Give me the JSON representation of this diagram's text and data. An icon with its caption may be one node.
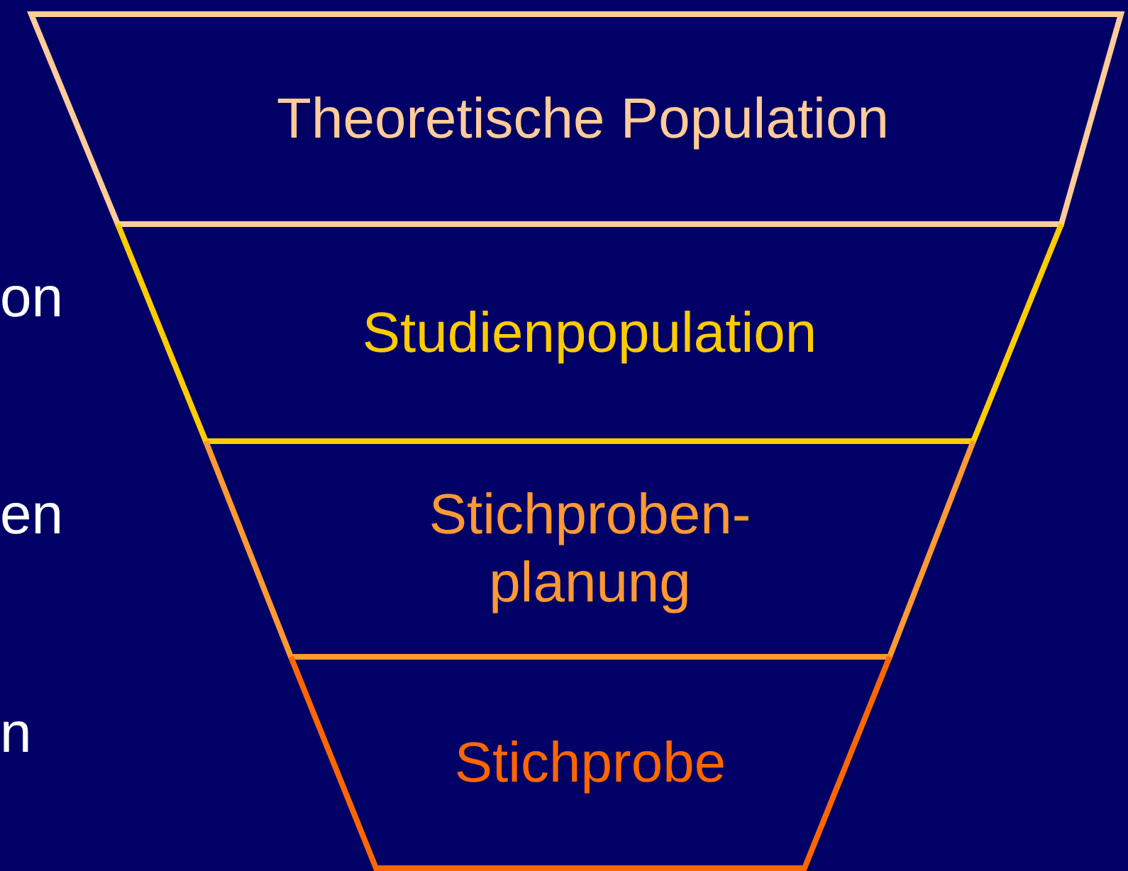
{
  "diagram": {
    "nodes": [
      {
        "text": [
          "Theoretische Population"
        ]
      },
      {
        "text": [
          "Studienpopulation"
        ]
      },
      {
        "text": [
          "Stichproben- planung"
        ]
      },
      {
        "text": [
          "Stichprobe"
        ]
      }
    ],
    "labels": [
      "on",
      "en",
      "n"
    ]
  }
}
